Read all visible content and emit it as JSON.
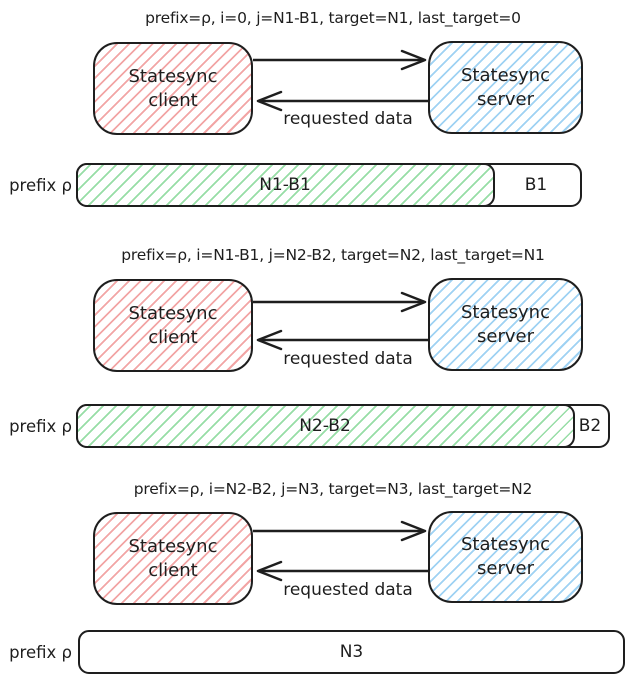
{
  "palette": {
    "stroke": "#1e1e1e",
    "red-hatch": "#f2a5a5",
    "blue-hatch": "#9fd2f3",
    "green-hatch": "#97dda6",
    "bar-bg": "#ffffff"
  },
  "sections": [
    {
      "header": "prefix=ρ, i=0, j=N1-B1, target=N1, last_target=0",
      "client": {
        "line1": "Statesync",
        "line2": "client"
      },
      "server": {
        "line1": "Statesync",
        "line2": "server"
      },
      "response_arrow_label": "requested data",
      "bar": {
        "prefix_label": "prefix ρ",
        "filled_label": "N1-B1",
        "remainder_label": "B1"
      }
    },
    {
      "header": "prefix=ρ, i=N1-B1, j=N2-B2, target=N2, last_target=N1",
      "client": {
        "line1": "Statesync",
        "line2": "client"
      },
      "server": {
        "line1": "Statesync",
        "line2": "server"
      },
      "response_arrow_label": "requested data",
      "bar": {
        "prefix_label": "prefix ρ",
        "filled_label": "N2-B2",
        "remainder_label": "B2"
      }
    },
    {
      "header": "prefix=ρ, i=N2-B2, j=N3, target=N3, last_target=N2",
      "client": {
        "line1": "Statesync",
        "line2": "client"
      },
      "server": {
        "line1": "Statesync",
        "line2": "server"
      },
      "response_arrow_label": "requested data",
      "bar": {
        "prefix_label": "prefix ρ",
        "filled_label": "N3"
      }
    }
  ]
}
